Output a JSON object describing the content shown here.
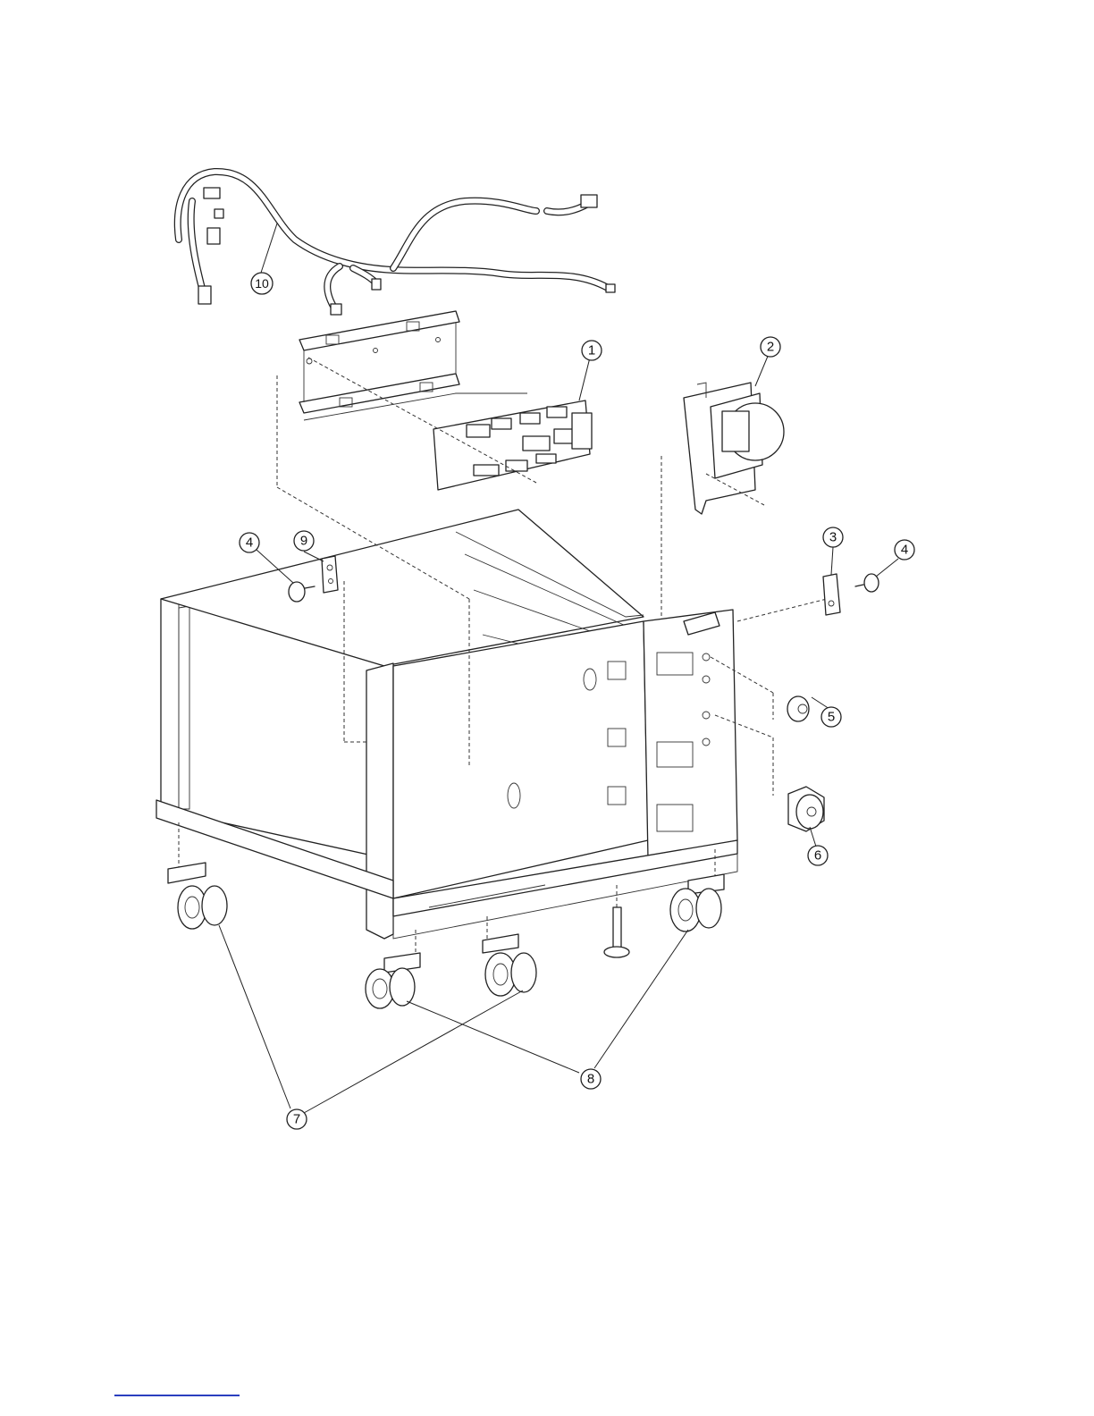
{
  "callouts": [
    {
      "id": "c1",
      "label": "1"
    },
    {
      "id": "c2",
      "label": "2"
    },
    {
      "id": "c3",
      "label": "3"
    },
    {
      "id": "c4a",
      "label": "4"
    },
    {
      "id": "c4b",
      "label": "4"
    },
    {
      "id": "c5",
      "label": "5"
    },
    {
      "id": "c6",
      "label": "6"
    },
    {
      "id": "c7",
      "label": "7"
    },
    {
      "id": "c8",
      "label": "8"
    },
    {
      "id": "c9",
      "label": "9"
    },
    {
      "id": "c10",
      "label": "10"
    }
  ],
  "colors": {
    "line": "#222222",
    "footer_link": "#2a3fbf",
    "background": "#ffffff"
  }
}
